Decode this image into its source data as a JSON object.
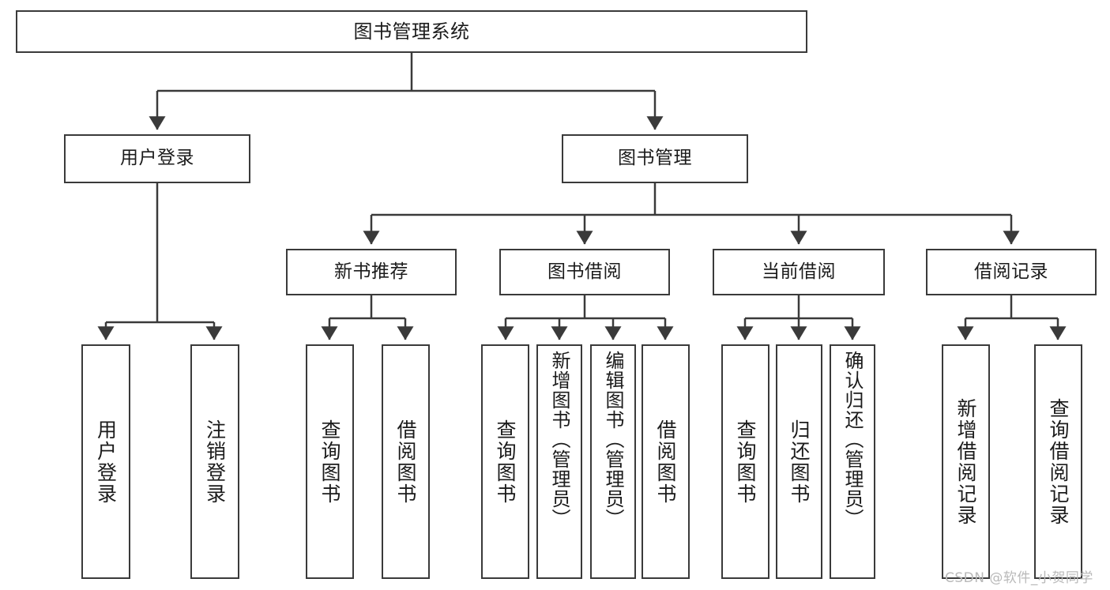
{
  "diagram": {
    "title": "图书管理系统",
    "type": "hierarchy-tree",
    "colors": {
      "box_border": "#3a3a3a",
      "box_fill": "#ffffff",
      "edge": "#3a3a3a",
      "text": "#1b1b1b",
      "watermark": "#b9b9b9",
      "background": "#ffffff"
    },
    "levels": {
      "level1": [
        {
          "id": "root",
          "label": "图书管理系统",
          "orientation": "horizontal"
        }
      ],
      "level2": [
        {
          "id": "user-login",
          "label": "用户登录",
          "orientation": "horizontal"
        },
        {
          "id": "book-manage",
          "label": "图书管理",
          "orientation": "horizontal"
        }
      ],
      "level3": [
        {
          "id": "new-book-rec",
          "label": "新书推荐",
          "orientation": "horizontal",
          "parent": "book-manage"
        },
        {
          "id": "book-borrow",
          "label": "图书借阅",
          "orientation": "horizontal",
          "parent": "book-manage"
        },
        {
          "id": "current-borrow",
          "label": "当前借阅",
          "orientation": "horizontal",
          "parent": "book-manage"
        },
        {
          "id": "borrow-record",
          "label": "借阅记录",
          "orientation": "horizontal",
          "parent": "book-manage"
        }
      ],
      "level4": [
        {
          "id": "leaf-user-login",
          "label": "用户登录",
          "orientation": "vertical",
          "parent": "user-login"
        },
        {
          "id": "leaf-logout",
          "label": "注销登录",
          "orientation": "vertical",
          "parent": "user-login"
        },
        {
          "id": "leaf-query-book-1",
          "label": "查询图书",
          "orientation": "vertical",
          "parent": "new-book-rec"
        },
        {
          "id": "leaf-borrow-book-1",
          "label": "借阅图书",
          "orientation": "vertical",
          "parent": "new-book-rec"
        },
        {
          "id": "leaf-query-book-2",
          "label": "查询图书",
          "orientation": "vertical",
          "parent": "book-borrow"
        },
        {
          "id": "leaf-add-book",
          "label": "新增图书（管理员）",
          "orientation": "vertical",
          "parent": "book-borrow"
        },
        {
          "id": "leaf-edit-book",
          "label": "编辑图书（管理员）",
          "orientation": "vertical",
          "parent": "book-borrow"
        },
        {
          "id": "leaf-borrow-book-2",
          "label": "借阅图书",
          "orientation": "vertical",
          "parent": "book-borrow"
        },
        {
          "id": "leaf-query-book-3",
          "label": "查询图书",
          "orientation": "vertical",
          "parent": "current-borrow"
        },
        {
          "id": "leaf-return-book",
          "label": "归还图书",
          "orientation": "vertical",
          "parent": "current-borrow"
        },
        {
          "id": "leaf-confirm-return",
          "label": "确认归还（管理员）",
          "orientation": "vertical",
          "parent": "current-borrow"
        },
        {
          "id": "leaf-add-record",
          "label": "新增借阅记录",
          "orientation": "vertical",
          "parent": "borrow-record"
        },
        {
          "id": "leaf-query-record",
          "label": "查询借阅记录",
          "orientation": "vertical",
          "parent": "borrow-record"
        }
      ]
    }
  },
  "watermark": {
    "text": "CSDN @软件_小贺同学"
  }
}
